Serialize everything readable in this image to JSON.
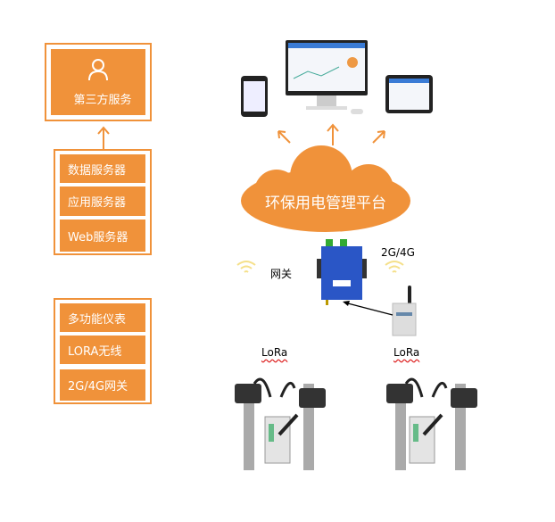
{
  "left_panel": {
    "third_party": {
      "label": "第三方服务",
      "icon": "user-icon"
    },
    "servers": [
      "数据服务器",
      "应用服务器",
      "Web服务器"
    ],
    "devices": [
      "多功能仪表",
      "LORA无线",
      "2G/4G网关"
    ]
  },
  "right_panel": {
    "platform_label": "环保用电管理平台",
    "gateway_label": "网关",
    "network_label": "2G/4G",
    "lora_labels": [
      "LoRa",
      "LoRa"
    ]
  },
  "colors": {
    "accent": "#f0923a",
    "gateway_blue": "#2a56c6"
  }
}
